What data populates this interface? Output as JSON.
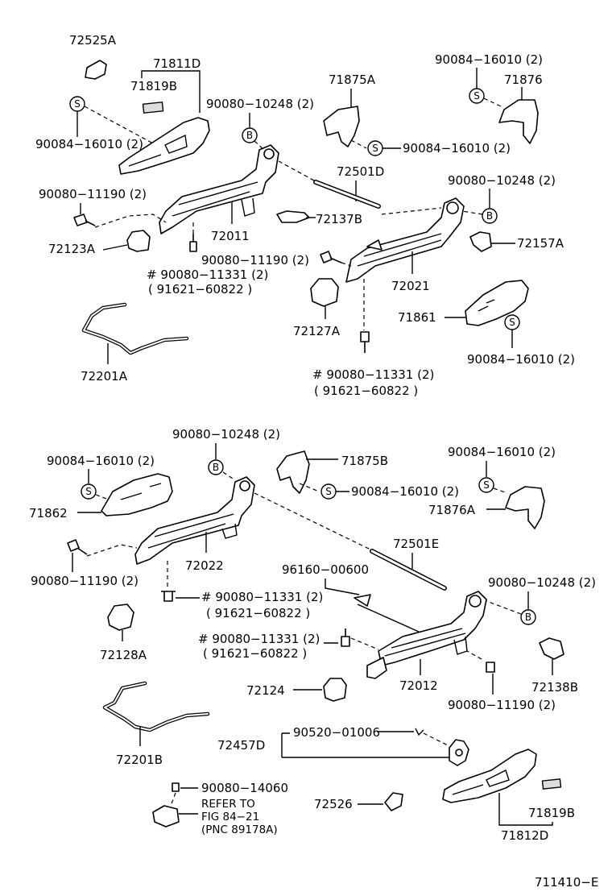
{
  "labels": {
    "p72525A": "72525A",
    "p71811D": "71811D",
    "p71819B_top": "71819B",
    "p90084_16010_tl": "90084−16010 (2)",
    "p90080_10248_t1": "90080−10248 (2)",
    "p71875A": "71875A",
    "p90084_16010_tr": "90084−16010 (2)",
    "p71876": "71876",
    "p90084_16010_m1": "90084−16010 (2)",
    "p72501D": "72501D",
    "p90080_11190_t1": "90080−11190 (2)",
    "p90080_10248_t2": "90080−10248 (2)",
    "p72137B": "72137B",
    "p72011": "72011",
    "p72123A": "72123A",
    "p72157A": "72157A",
    "p90080_11190_t2": "90080−11190 (2)",
    "p90080_11331_t1": "# 90080−11331 (2)",
    "p91621_60822_t1": "( 91621−60822 )",
    "p72021": "72021",
    "p72127A": "72127A",
    "p71861": "71861",
    "p90084_16010_r": "90084−16010 (2)",
    "p72201A": "72201A",
    "p90080_11331_t2": "# 90080−11331 (2)",
    "p91621_60822_t2": "( 91621−60822 )",
    "p90080_10248_b1": "90080−10248 (2)",
    "p90084_16010_bl": "90084−16010 (2)",
    "p71875B": "71875B",
    "p90084_16010_br": "90084−16010 (2)",
    "p71862": "71862",
    "p90084_16010_m2": "90084−16010 (2)",
    "p71876A": "71876A",
    "p72501E": "72501E",
    "p72022": "72022",
    "p90080_11190_b1": "90080−11190 (2)",
    "p96160_00600": "96160−00600",
    "p90080_10248_b2": "90080−10248 (2)",
    "p90080_11331_b1": "# 90080−11331 (2)",
    "p91621_60822_b1": "( 91621−60822 )",
    "p72128A": "72128A",
    "p90080_11331_b2": "# 90080−11331 (2)",
    "p91621_60822_b2": "( 91621−60822 )",
    "p72012": "72012",
    "p72138B": "72138B",
    "p72124": "72124",
    "p90080_11190_b2": "90080−11190 (2)",
    "p72457D": "72457D",
    "p90520_01006": "90520−01006",
    "p72201B": "72201B",
    "p90080_14060": "90080−14060",
    "refer1": "REFER TO",
    "refer2": "FIG 84−21",
    "refer3": "(PNC 89178A)",
    "p72526": "72526",
    "p71819B_bot": "71819B",
    "p71812D": "71812D",
    "fig_no": "711410−E"
  },
  "badges": {
    "s": "S",
    "b": "B"
  }
}
